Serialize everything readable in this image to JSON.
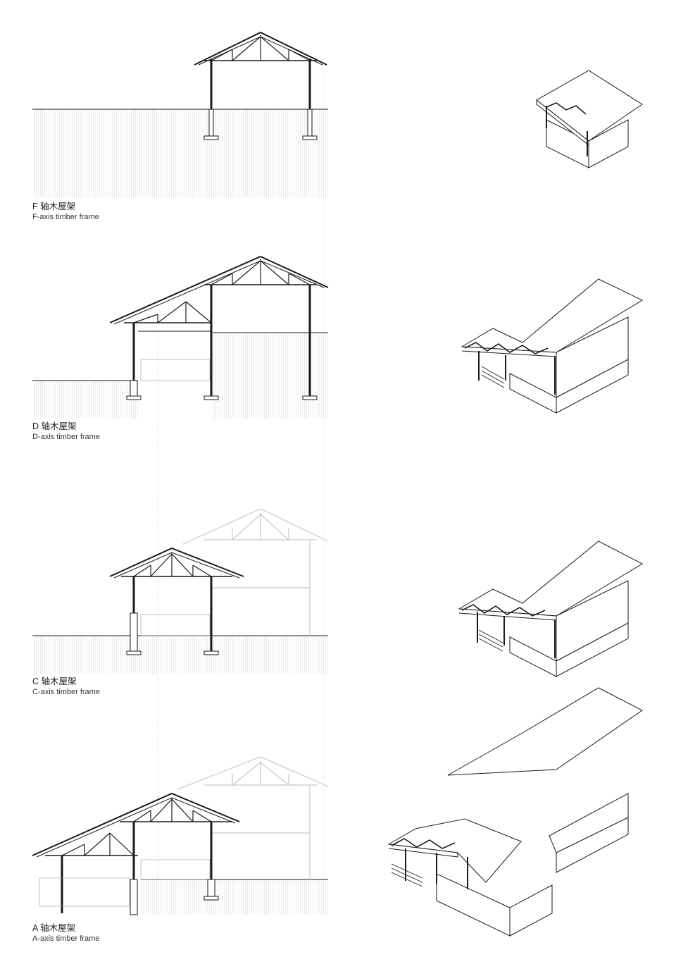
{
  "frames": [
    {
      "id": "F",
      "title_zh": "F 轴木屋架",
      "title_en": "F-axis timber frame"
    },
    {
      "id": "D",
      "title_zh": "D 轴木屋架",
      "title_en": "D-axis timber frame"
    },
    {
      "id": "C",
      "title_zh": "C 轴木屋架",
      "title_en": "C-axis timber frame"
    },
    {
      "id": "A",
      "title_zh": "A 轴木屋架",
      "title_en": "A-axis timber frame"
    }
  ],
  "colors": {
    "ink": "#1a1a1a",
    "ghost": "#c8c8c8",
    "ground_hatch": "#ededed"
  }
}
